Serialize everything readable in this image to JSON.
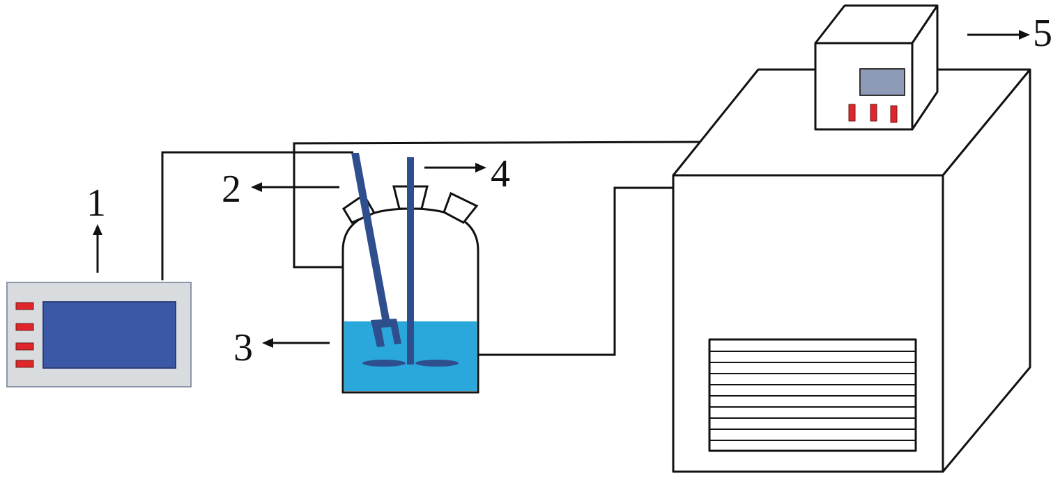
{
  "labels": {
    "l1": "1",
    "l2": "2",
    "l3": "3",
    "l4": "4",
    "l5": "5"
  },
  "colors": {
    "line": "#111111",
    "controller_frame": "#d9dcdf",
    "controller_screen": "#3a58a5",
    "button_red": "#e0262b",
    "liquid": "#2aa8dc",
    "stirrer": "#2e4e8e",
    "bath_display": "#8e9bb6"
  }
}
